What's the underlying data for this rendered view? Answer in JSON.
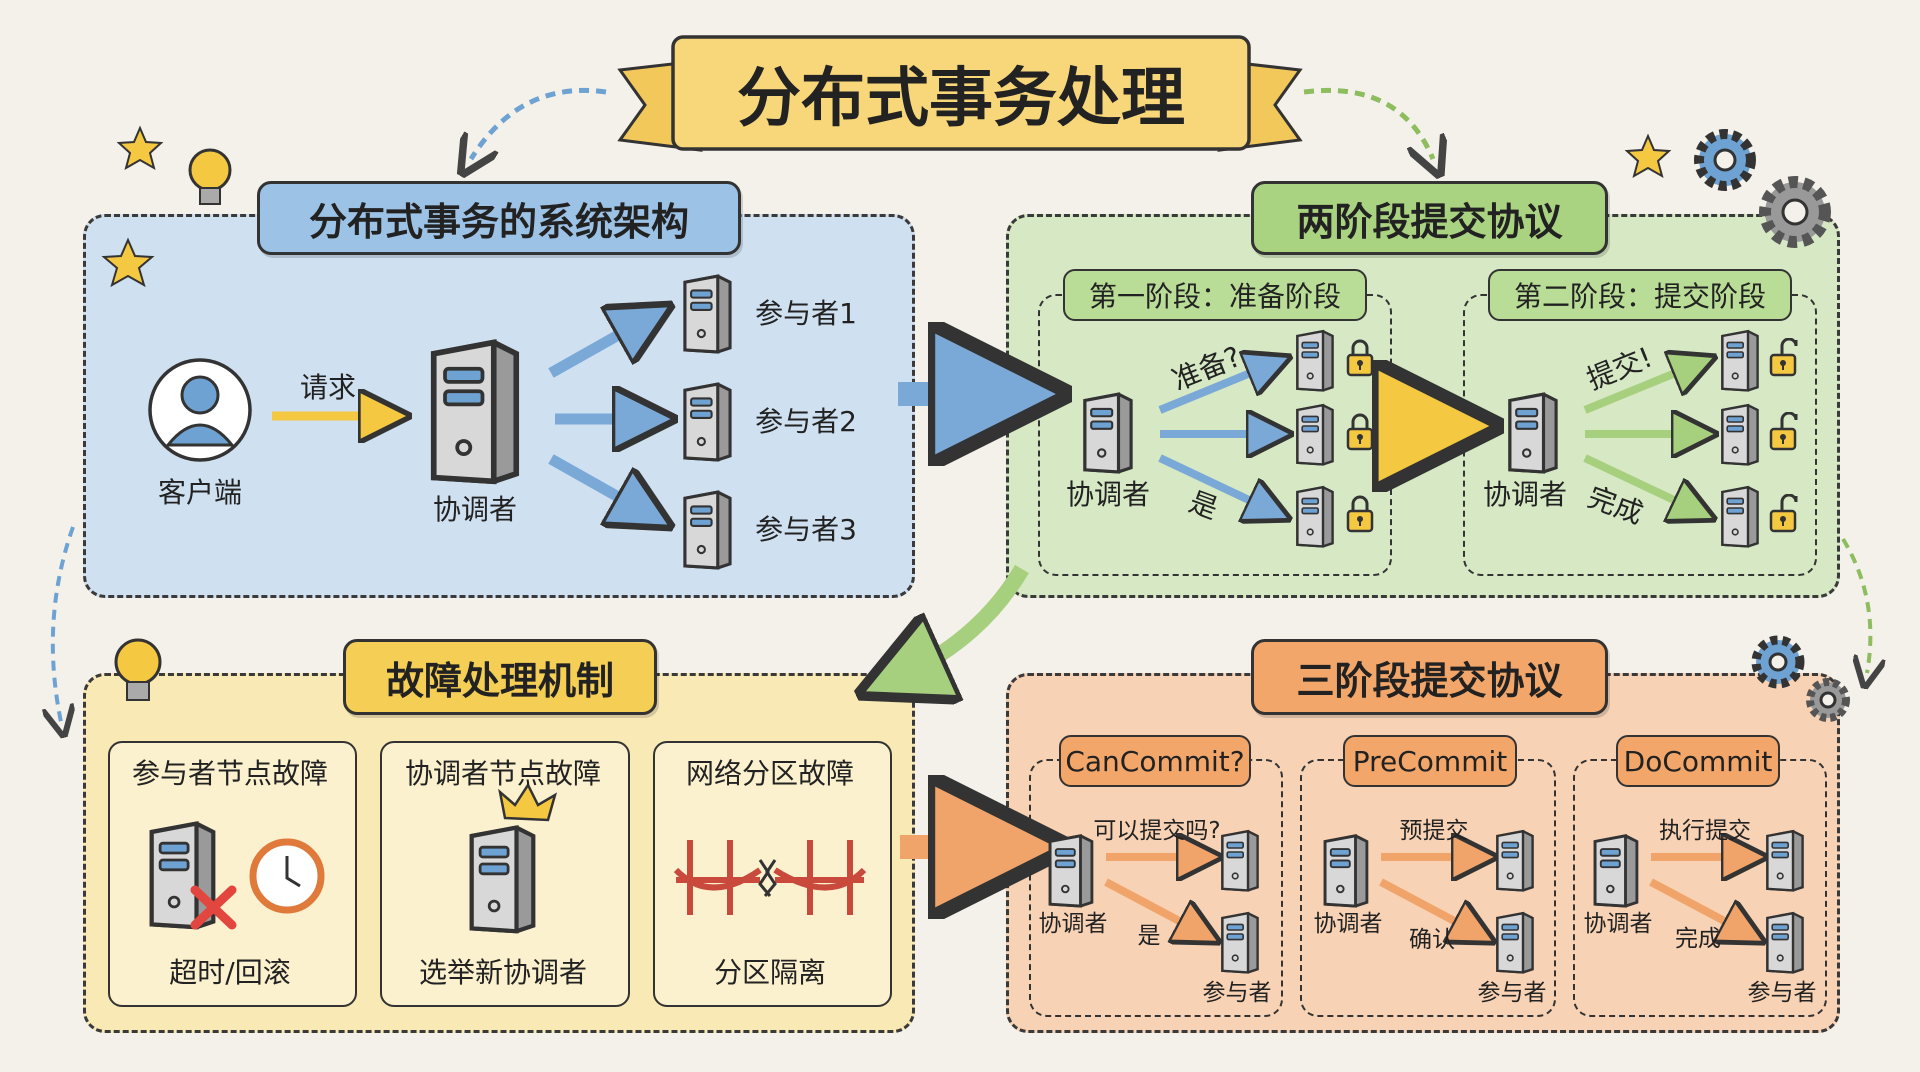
{
  "title": "分布式事务处理",
  "colors": {
    "blue": "#cfe0f0",
    "green": "#d6e8c4",
    "yellow": "#f9e9b5",
    "orange": "#f7d2b4",
    "banner": "#f7d77a"
  },
  "architecture": {
    "title": "分布式事务的系统架构",
    "client": "客户端",
    "request": "请求",
    "coordinator": "协调者",
    "participants": [
      "参与者1",
      "参与者2",
      "参与者3"
    ]
  },
  "two_phase": {
    "title": "两阶段提交协议",
    "phase1": {
      "title": "第一阶段：准备阶段",
      "coordinator": "协调者",
      "ask": "准备?",
      "reply": "是",
      "lock_state": "locked"
    },
    "phase2": {
      "title": "第二阶段：提交阶段",
      "coordinator": "协调者",
      "ask": "提交!",
      "reply": "完成",
      "lock_state": "unlocked"
    }
  },
  "fault": {
    "title": "故障处理机制",
    "cards": [
      {
        "title": "参与者节点故障",
        "caption": "超时/回滚"
      },
      {
        "title": "协调者节点故障",
        "caption": "选举新协调者"
      },
      {
        "title": "网络分区故障",
        "caption": "分区隔离"
      }
    ]
  },
  "three_phase": {
    "title": "三阶段提交协议",
    "steps": [
      {
        "title": "CanCommit?",
        "coordinator": "协调者",
        "ask": "可以提交吗?",
        "reply": "是",
        "participant": "参与者"
      },
      {
        "title": "PreCommit",
        "coordinator": "协调者",
        "ask": "预提交",
        "reply": "确认",
        "participant": "参与者"
      },
      {
        "title": "DoCommit",
        "coordinator": "协调者",
        "ask": "执行提交",
        "reply": "完成",
        "participant": "参与者"
      }
    ]
  }
}
